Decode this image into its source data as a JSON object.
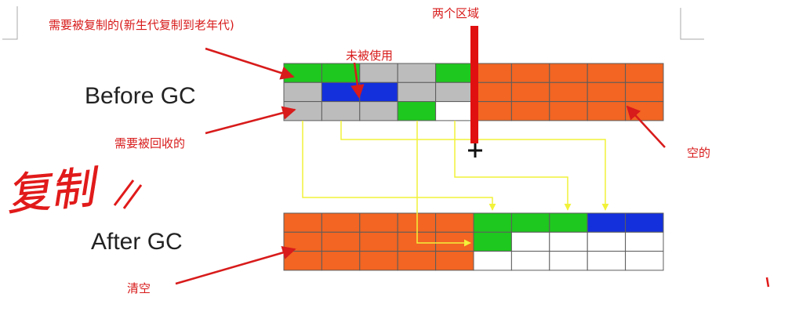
{
  "labels": {
    "before": "Before GC",
    "after": "After GC"
  },
  "annotations": {
    "copy_target": "需要被复制的(新生代复制到老年代)",
    "two_regions": "两个区域",
    "unused": "未被使用",
    "to_reclaim": "需要被回收的",
    "empty": "空的",
    "cleared": "清空",
    "handwritten": "复制"
  },
  "colors": {
    "live": "#1ec81e",
    "garbage": "#bcbcbc",
    "unused": "#1430dc",
    "free": "#ffffff",
    "old": "#f26522",
    "annotation": "#d81b1b",
    "flow_line": "#f2f23a"
  },
  "grids": {
    "before": [
      [
        "live",
        "live",
        "garbage",
        "garbage",
        "live",
        "old",
        "old",
        "old",
        "old",
        "old"
      ],
      [
        "garbage",
        "unused",
        "unused",
        "garbage",
        "garbage",
        "old",
        "old",
        "old",
        "old",
        "old"
      ],
      [
        "garbage",
        "garbage",
        "garbage",
        "live",
        "free",
        "old",
        "old",
        "old",
        "old",
        "old"
      ]
    ],
    "after": [
      [
        "old",
        "old",
        "old",
        "old",
        "old",
        "live",
        "live",
        "live",
        "unused",
        "unused"
      ],
      [
        "old",
        "old",
        "old",
        "old",
        "old",
        "live",
        "free",
        "free",
        "free",
        "free"
      ],
      [
        "old",
        "old",
        "old",
        "old",
        "old",
        "free",
        "free",
        "free",
        "free",
        "free"
      ]
    ]
  }
}
